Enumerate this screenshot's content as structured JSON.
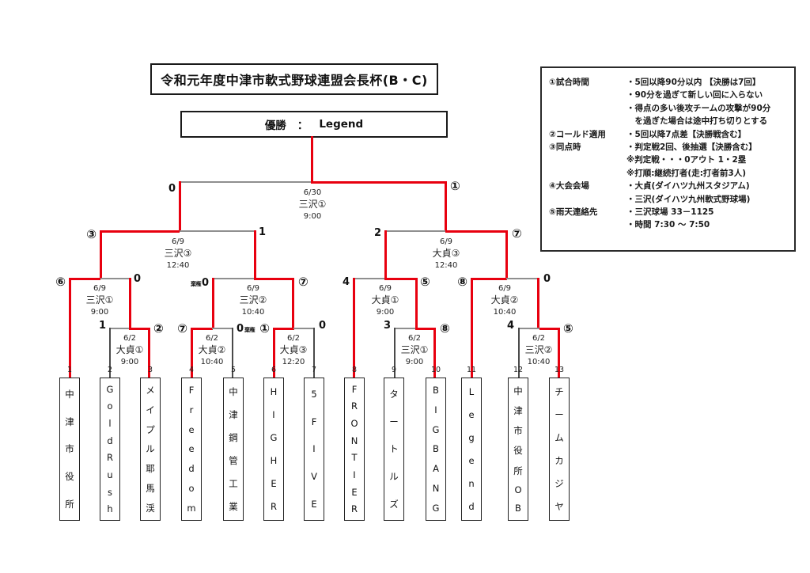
{
  "page_title": "令和元年度中津市軟式野球連盟会長杯(B・C)",
  "champion": {
    "label": "優勝",
    "separator": "：",
    "name": "Legend"
  },
  "teams": [
    {
      "num": "1",
      "name": "中津市役所"
    },
    {
      "num": "2",
      "name": "Gold Rush"
    },
    {
      "num": "3",
      "name": "メイプル耶馬渓"
    },
    {
      "num": "4",
      "name": "Freedom"
    },
    {
      "num": "5",
      "name": "中津鋼管工業"
    },
    {
      "num": "6",
      "name": "HIGHER"
    },
    {
      "num": "7",
      "name": "5 FIVE"
    },
    {
      "num": "8",
      "name": "FRONTIER"
    },
    {
      "num": "9",
      "name": "タートルズ"
    },
    {
      "num": "10",
      "name": "BIGBANG"
    },
    {
      "num": "11",
      "name": "Legend"
    },
    {
      "num": "12",
      "name": "中津市役所OB"
    },
    {
      "num": "13",
      "name": "チームカジヤ"
    }
  ],
  "matches": [
    {
      "round": "final",
      "date": "6/30",
      "venue": "三沢①",
      "time": "9:00",
      "left_score": "0",
      "right_score": "①"
    },
    {
      "round": "semifinal",
      "date": "6/9",
      "venue": "三沢③",
      "time": "12:40",
      "left_score": "③",
      "right_score": "1"
    },
    {
      "round": "semifinal",
      "date": "6/9",
      "venue": "大貞③",
      "time": "12:40",
      "left_score": "2",
      "right_score": "⑦"
    },
    {
      "round": "quarterfinal",
      "date": "6/9",
      "venue": "三沢①",
      "time": "9:00",
      "left_score": "⑥",
      "right_score": "0"
    },
    {
      "round": "quarterfinal",
      "date": "6/9",
      "venue": "三沢②",
      "time": "10:40",
      "left_note": "棄権",
      "left_score": "0",
      "right_score": "⑦"
    },
    {
      "round": "quarterfinal",
      "date": "6/9",
      "venue": "大貞①",
      "time": "9:00",
      "left_score": "4",
      "right_score": "⑤"
    },
    {
      "round": "quarterfinal",
      "date": "6/9",
      "venue": "大貞②",
      "time": "10:40",
      "left_score": "⑧",
      "right_score": "0"
    },
    {
      "round": "round1",
      "date": "6/2",
      "venue": "大貞①",
      "time": "9:00",
      "left_score": "1",
      "right_score": "②"
    },
    {
      "round": "round1",
      "date": "6/2",
      "venue": "大貞②",
      "time": "10:40",
      "left_score": "⑦",
      "right_score": "0",
      "right_note": "棄権"
    },
    {
      "round": "round1",
      "date": "6/2",
      "venue": "大貞③",
      "time": "12:20",
      "left_score": "①",
      "right_score": "0"
    },
    {
      "round": "round1",
      "date": "6/2",
      "venue": "三沢①",
      "time": "9:00",
      "left_score": "3",
      "right_score": "⑧"
    },
    {
      "round": "round1",
      "date": "6/2",
      "venue": "三沢②",
      "time": "10:40",
      "left_score": "4",
      "right_score": "⑤"
    }
  ],
  "rules": {
    "rows": [
      {
        "label": "①試合時間",
        "text": "・5回以降90分以内 【決勝は7回】"
      },
      {
        "label": "",
        "text": "・90分を過ぎて新しい回に入らない"
      },
      {
        "label": "",
        "text": "・得点の多い後攻チームの攻撃が90分"
      },
      {
        "label": "",
        "text": "　を過ぎた場合は途中打ち切りとする"
      },
      {
        "label": "②コールド適用",
        "text": "・5回以降7点差【決勝戦含む】"
      },
      {
        "label": "③同点時",
        "text": "・判定戦2回、後抽選【決勝含む】"
      },
      {
        "label": "",
        "text": " ※判定戦・・・0アウト 1・2塁"
      },
      {
        "label": "",
        "text": " ※打順:継続打者(走:打者前3人)"
      },
      {
        "label": "④大会会場",
        "text": "・大貞(ダイハツ九州スタジアム)"
      },
      {
        "label": "",
        "text": "・三沢(ダイハツ九州軟式野球場)"
      },
      {
        "label": "⑤雨天連絡先",
        "text": "・三沢球場 33－1125"
      },
      {
        "label": "",
        "text": "・時間 7:30 ～ 7:50"
      }
    ]
  },
  "colors": {
    "winner_path": "#e8000f",
    "line": "#8f8f8f"
  }
}
